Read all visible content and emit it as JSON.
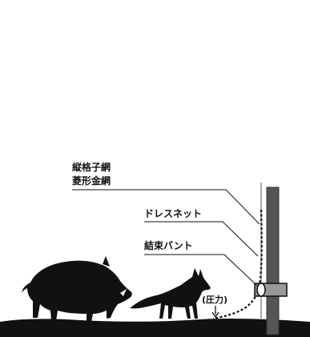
{
  "labels": {
    "vertical_net_line1": "縦格子網",
    "vertical_net_line2": "菱形金網",
    "dress_net": "ドレスネット",
    "binding_band": "結束バント",
    "pressure": "(圧力)"
  },
  "icons": {
    "boar": "wild-boar-silhouette-icon",
    "fox": "fox-silhouette-icon",
    "pressure_arrow": "arrow-down-icon"
  },
  "colors": {
    "ink": "#111111",
    "pole": "#555555",
    "band": "#999999",
    "background": "#ffffff"
  }
}
